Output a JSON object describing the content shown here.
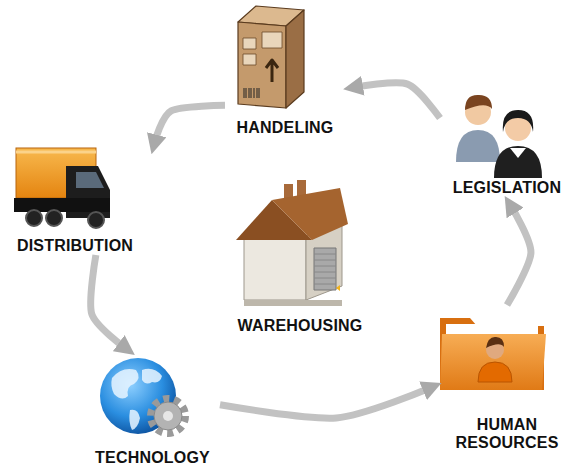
{
  "diagram": {
    "nodes": [
      {
        "text": [
          "HANDELING"
        ]
      },
      {
        "text": [
          "DISTRIBUTION"
        ]
      },
      {
        "text": [
          "TECHNOLOGY"
        ]
      },
      {
        "text": [
          "HUMAN RESOURCES"
        ]
      },
      {
        "text": [
          "LEGISLATION"
        ]
      },
      {
        "text": [
          "WAREHOUSING"
        ]
      }
    ],
    "edges": [
      {
        "from": 4,
        "to": 0,
        "arrow": "to"
      },
      {
        "from": 0,
        "to": 1,
        "arrow": "to"
      },
      {
        "from": 1,
        "to": 2,
        "arrow": "to"
      },
      {
        "from": 2,
        "to": 3,
        "arrow": "to"
      },
      {
        "from": 3,
        "to": 4,
        "arrow": "to"
      }
    ]
  }
}
